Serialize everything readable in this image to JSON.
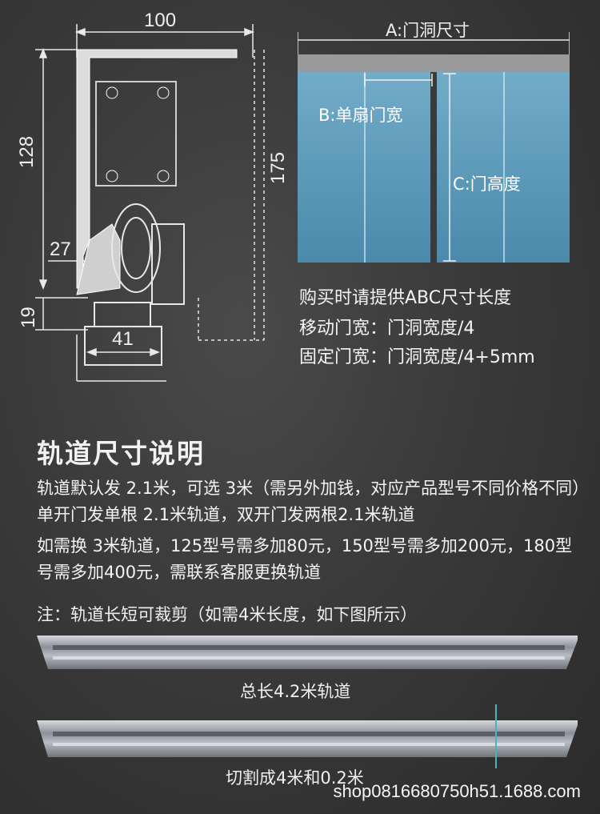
{
  "profile_drawing": {
    "dim_top": "100",
    "dim_left_height": "128",
    "dim_right_height": "175",
    "dim_inner": "27",
    "dim_bottom_left": "19",
    "dim_bottom": "41"
  },
  "door_diagram": {
    "label_a": "A:门洞尺寸",
    "label_b": "B:单扇门宽",
    "label_c": "C:门高度"
  },
  "info": {
    "line1": "购买时请提供ABC尺寸长度",
    "line2": "移动门宽：门洞宽度/4",
    "line3": "固定门宽：门洞宽度/4+5mm"
  },
  "section": {
    "title": "轨道尺寸说明",
    "para1": "轨道默认发 2.1米，可选 3米（需另外加钱，对应产品型号不同价格不同）单开门发单根 2.1米轨道，双开门发两根2.1米轨道",
    "para2": "如需换 3米轨道，125型号需多加80元，150型号需多加200元，180型号需多加400元，需联系客服更换轨道",
    "note": "注：轨道长短可裁剪（如需4米长度，如下图所示）"
  },
  "rails": {
    "caption1": "总长4.2米轨道",
    "caption2": "切割成4米和0.2米"
  },
  "watermark": "shop0816680750h51.1688.com",
  "colors": {
    "background": "#3a3a3a",
    "glass": "#5e9ab8",
    "header_bar": "#9a9a9a",
    "rail": "#9ea3aa",
    "cut_line": "#4fb0c0"
  }
}
